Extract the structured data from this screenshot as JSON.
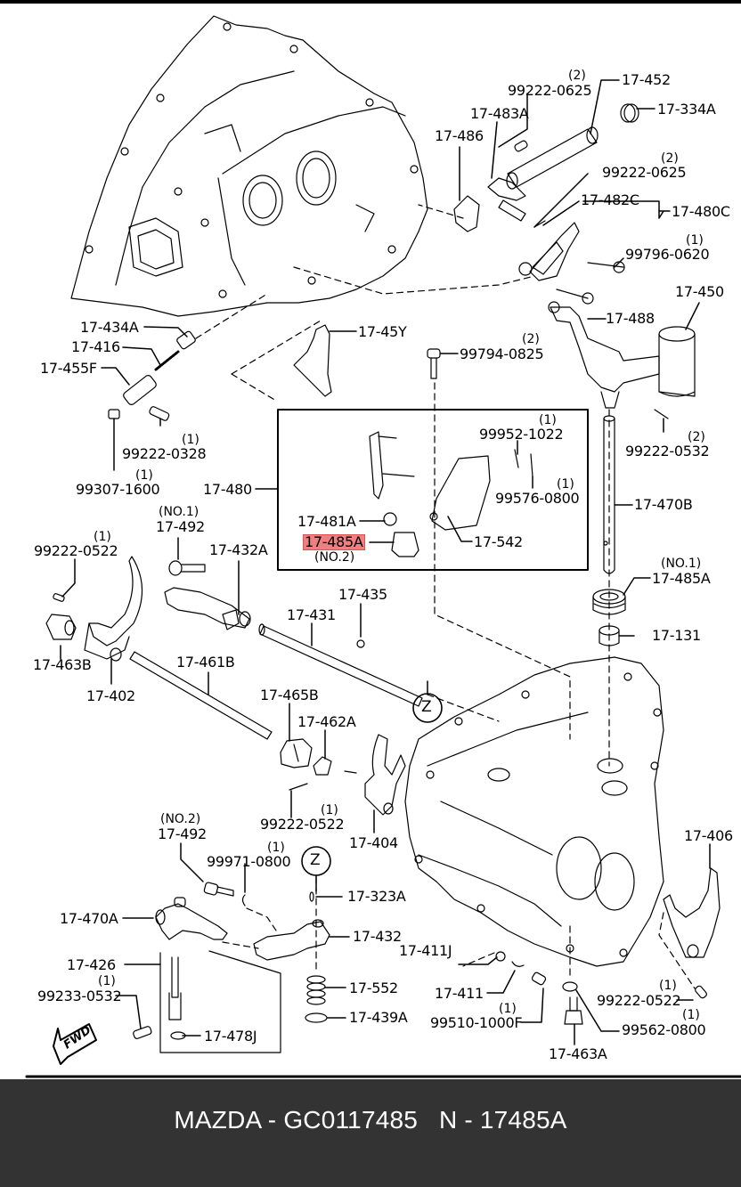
{
  "diagram": {
    "title": "Manual transmission shift mechanism exploded view",
    "highlighted_part": "17-485A",
    "labels": {
      "l_99222_0625_a": "99222-0625",
      "q_99222_0625_a": "(2)",
      "l_17_452": "17-452",
      "l_17_334A": "17-334A",
      "l_17_483A": "17-483A",
      "l_17_486": "17-486",
      "l_99222_0625_b": "99222-0625",
      "q_99222_0625_b": "(2)",
      "l_17_482C": "17-482C",
      "l_17_480C": "17-480C",
      "l_99796_0620": "99796-0620",
      "q_99796_0620": "(1)",
      "l_17_450": "17-450",
      "l_17_488": "17-488",
      "l_17_434A": "17-434A",
      "l_17_416": "17-416",
      "l_17_455F": "17-455F",
      "l_17_45Y": "17-45Y",
      "l_99794_0825": "99794-0825",
      "q_99794_0825": "(2)",
      "l_99222_0328": "99222-0328",
      "q_99222_0328": "(1)",
      "l_99307_1600": "99307-1600",
      "q_99307_1600": "(1)",
      "l_99222_0532": "99222-0532",
      "q_99222_0532": "(2)",
      "l_99952_1022": "99952-1022",
      "q_99952_1022": "(1)",
      "l_99576_0800": "99576-0800",
      "q_99576_0800": "(1)",
      "l_17_480": "17-480",
      "l_17_481A": "17-481A",
      "l_17_485A_no2": "17-485A",
      "n_17_485A_no2": "(NO.2)",
      "l_17_542": "17-542",
      "l_17_470B": "17-470B",
      "l_17_492_no1": "17-492",
      "n_17_492_no1": "(NO.1)",
      "l_17_432A": "17-432A",
      "l_99222_0522_a": "99222-0522",
      "q_99222_0522_a": "(1)",
      "l_17_485A_no1": "17-485A",
      "n_17_485A_no1": "(NO.1)",
      "l_17_435": "17-435",
      "l_17_431": "17-431",
      "l_17_131": "17-131",
      "l_17_463B": "17-463B",
      "l_17_402": "17-402",
      "l_17_461B": "17-461B",
      "z_marker_1": "Z",
      "l_17_465B": "17-465B",
      "l_17_462A": "17-462A",
      "l_99222_0522_b": "99222-0522",
      "q_99222_0522_b": "(1)",
      "l_17_404": "17-404",
      "l_17_406": "17-406",
      "l_17_492_no2": "17-492",
      "n_17_492_no2": "(NO.2)",
      "l_99971_0800": "99971-0800",
      "q_99971_0800": "(1)",
      "z_marker_2": "Z",
      "l_17_323A": "17-323A",
      "l_17_470A": "17-470A",
      "l_17_432": "17-432",
      "l_17_426": "17-426",
      "l_99233_0532": "99233-0532",
      "q_99233_0532": "(1)",
      "l_17_552": "17-552",
      "l_17_411J": "17-411J",
      "l_17_411": "17-411",
      "l_99222_0522_c": "99222-0522",
      "q_99222_0522_c": "(1)",
      "l_17_439A": "17-439A",
      "l_99510_1000F": "99510-1000F",
      "q_99510_1000F": "(1)",
      "l_99562_0800": "99562-0800",
      "q_99562_0800": "(1)",
      "l_17_478J": "17-478J",
      "l_17_463A": "17-463A",
      "fwd_arrow": "FWD"
    }
  },
  "footer": {
    "caption": "MAZDA - GC0117485   N - 17485A"
  },
  "colors": {
    "highlight": "#f08080",
    "footer_bg": "#333333",
    "footer_text": "#ffffff"
  }
}
